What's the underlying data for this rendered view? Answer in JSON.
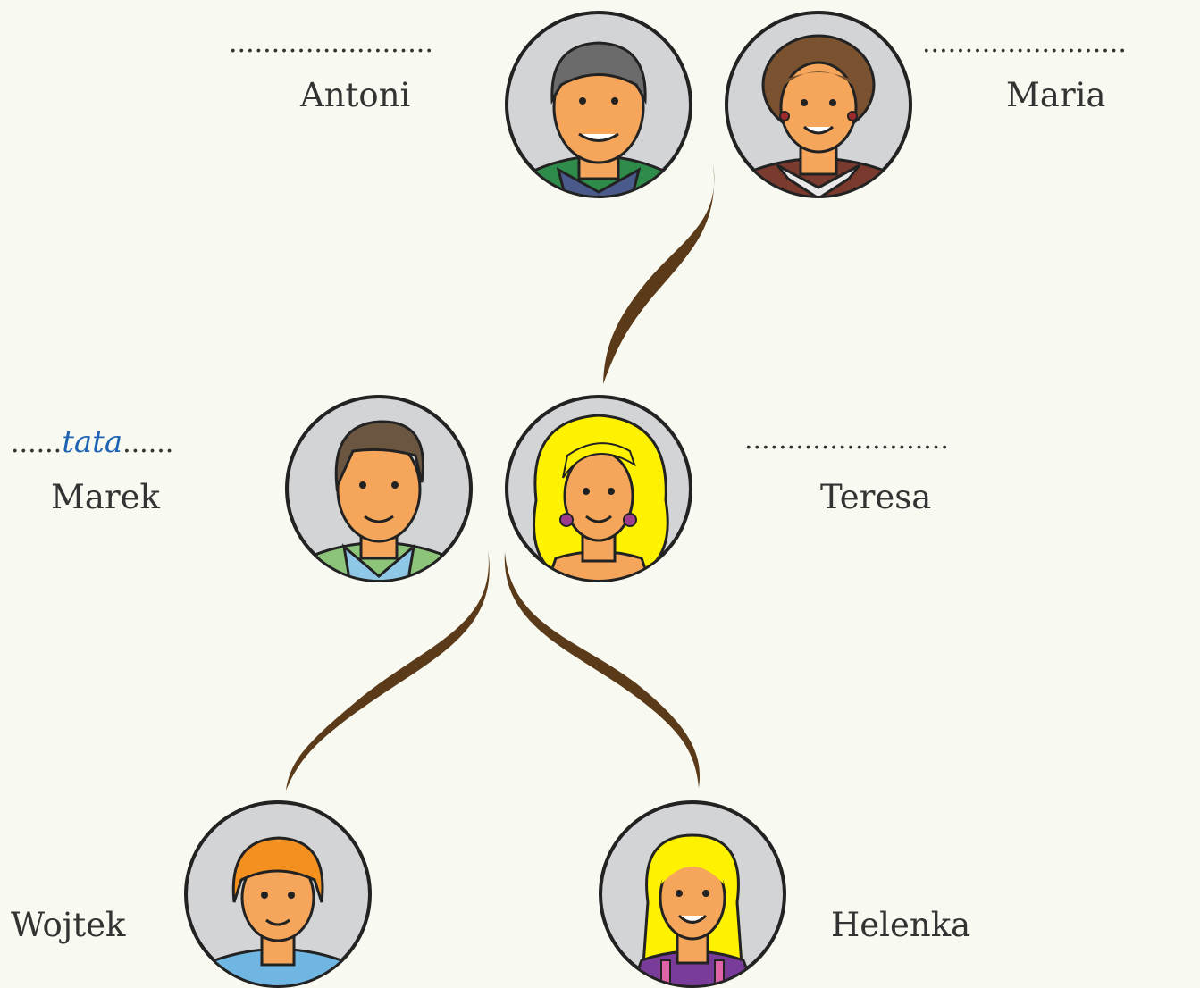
{
  "people": {
    "antoni": {
      "name": "Antoni",
      "answer_line": "........................"
    },
    "maria": {
      "name": "Maria",
      "answer_line": "........................"
    },
    "marek": {
      "name": "Marek",
      "answer_prefix": "......",
      "answer": "tata",
      "answer_suffix": "......"
    },
    "teresa": {
      "name": "Teresa",
      "answer_line": "........................"
    },
    "wojtek": {
      "name": "Wojtek"
    },
    "helenka": {
      "name": "Helenka"
    }
  },
  "colors": {
    "background": "#f8faf1",
    "branch": "#5b3a1a",
    "avatar_bg": "#d3d4d6",
    "answer_text": "#1e63b4"
  }
}
